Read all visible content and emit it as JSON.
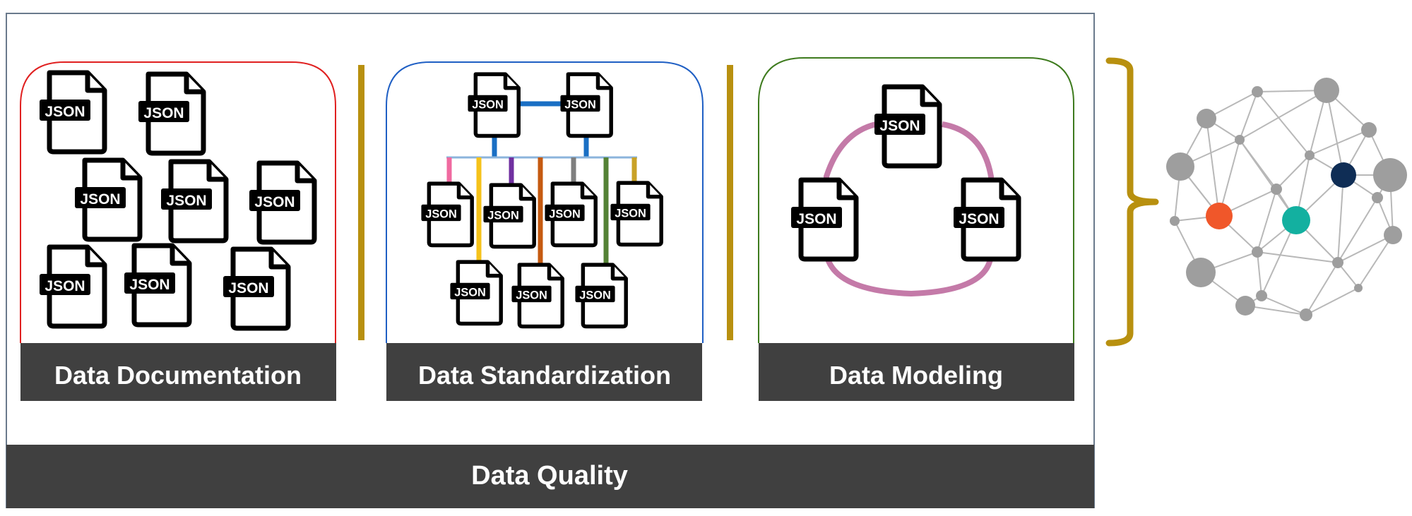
{
  "file_label": "JSON",
  "panels": {
    "documentation": {
      "title": "Data Documentation",
      "border_color": "#e02020"
    },
    "standardization": {
      "title": "Data Standardization",
      "border_color": "#1f5fc4"
    },
    "modeling": {
      "title": "Data Modeling",
      "border_color": "#3e7b1e"
    }
  },
  "footer": {
    "title": "Data Quality"
  },
  "colors": {
    "label_bg": "#404040",
    "separator": "#b8900f",
    "bracket": "#b8900f",
    "outer_border": "#6a7a8c",
    "std_top_link": "#1a6fc4",
    "std_branch_links": [
      "#f06aa0",
      "#f5c21a",
      "#7030a0",
      "#c55a11",
      "#7f7f7f",
      "#548235",
      "#c9a227"
    ],
    "model_loop": "#c47aa8",
    "network_edge": "#b8b8b8",
    "network_node": "#9e9e9e",
    "network_highlights": [
      "#f0572a",
      "#13b0a0",
      "#0f2d55"
    ]
  }
}
